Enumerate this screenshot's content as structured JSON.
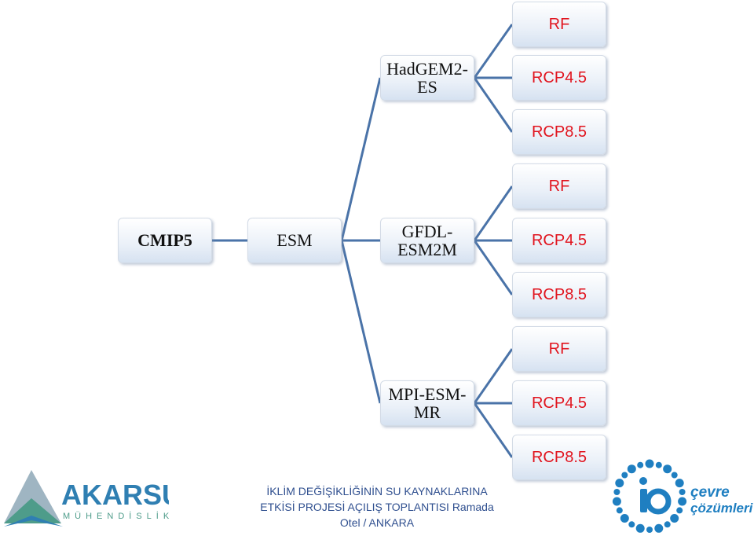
{
  "diagram": {
    "root": "CMIP5",
    "level1": "ESM",
    "models": [
      "HadGEM2-ES",
      "GFDL-ESM2M",
      "MPI-ESM-MR"
    ],
    "model_lines": [
      [
        "HadGEM2-",
        "ES"
      ],
      [
        "GFDL-",
        "ESM2M"
      ],
      [
        "MPI-ESM-",
        "MR"
      ]
    ],
    "scenarios": [
      "RF",
      "RCP4.5",
      "RCP8.5"
    ],
    "leaf_color": "#e1141e",
    "connector_color": "#4a73a8"
  },
  "footer": {
    "line1": "İKLİM DEĞİŞİKLİĞİNİN SU KAYNAKLARINA",
    "line2": "ETKİSİ PROJESİ AÇILIŞ TOPLANTISI Ramada",
    "line3": "Otel / ANKARA"
  },
  "logos": {
    "akarsu_name": "AKARSU",
    "akarsu_sub": "MÜHENDİSLİK",
    "cevre_line1": "çevre",
    "cevre_line2": "çözümleri",
    "akarsu_colors": [
      "#2f7fb2",
      "#4e9c8a",
      "#9fb5c2"
    ],
    "cevre_color": "#1f7fc1"
  }
}
